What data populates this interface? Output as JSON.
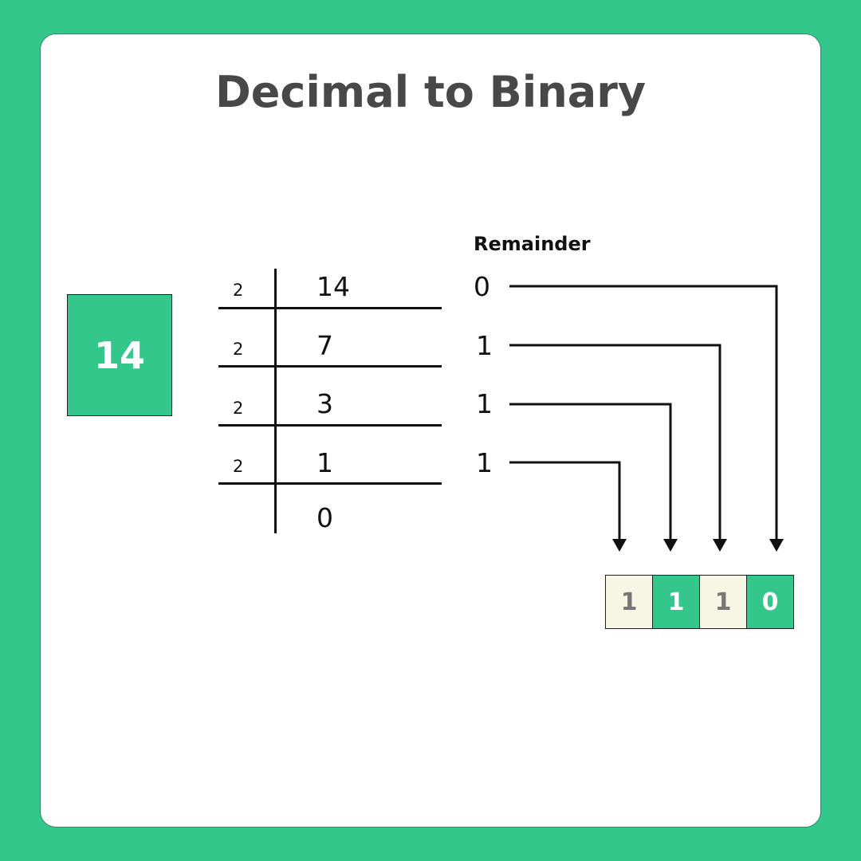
{
  "title": "Decimal to Binary",
  "decimal_value": "14",
  "remainder_header": "Remainder",
  "divisions": [
    {
      "divisor": "2",
      "quotient": "14",
      "remainder": "0"
    },
    {
      "divisor": "2",
      "quotient": "7",
      "remainder": "1"
    },
    {
      "divisor": "2",
      "quotient": "3",
      "remainder": "1"
    },
    {
      "divisor": "2",
      "quotient": "1",
      "remainder": "1"
    }
  ],
  "final_quotient": "0",
  "binary_result": [
    "1",
    "1",
    "1",
    "0"
  ],
  "colors": {
    "background": "#33c78b",
    "accent_green": "#33c78b",
    "light_cell": "#f7f5e4",
    "title": "#484848"
  }
}
